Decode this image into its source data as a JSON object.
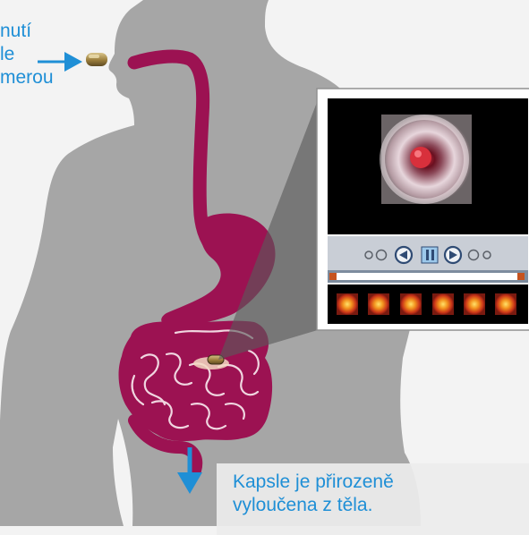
{
  "labels": {
    "swallow": [
      "nutí",
      "le",
      "merou"
    ],
    "excrete": [
      "Kapsle je přirozeně",
      "vyloučena z těla."
    ]
  },
  "colors": {
    "background": "#f3f3f3",
    "body": "#a6a6a6",
    "organ": "#9c1252",
    "accent": "#1f8fd6"
  },
  "viewer": {
    "controls": [
      "dot",
      "dot",
      "circle",
      "rewind",
      "pause",
      "play",
      "circle",
      "dot",
      "dot"
    ],
    "thumbnails": 6
  }
}
